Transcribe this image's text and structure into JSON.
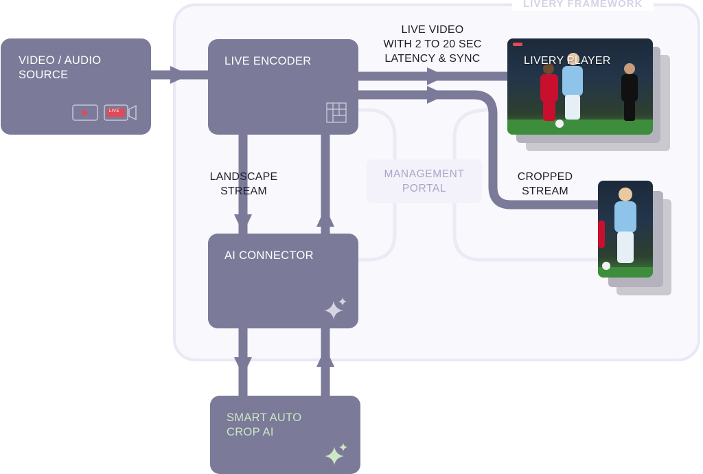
{
  "framework": {
    "title": "LIVERY FRAMEWORK"
  },
  "nodes": {
    "source": {
      "label": "VIDEO / AUDIO\nSOURCE",
      "live_badge": "LIVE"
    },
    "encoder": {
      "label": "LIVE ENCODER"
    },
    "ai_connector": {
      "label": "AI CONNECTOR"
    },
    "smart_crop": {
      "label": "SMART AUTO\nCROP AI"
    },
    "portal": {
      "label": "MANAGEMENT\nPORTAL"
    },
    "player": {
      "label": "LIVERY PLAYER"
    }
  },
  "annotations": {
    "live_video": "LIVE VIDEO\nWITH 2 TO 20 SEC\nLATENCY & SYNC",
    "landscape": "LANDSCAPE\nSTREAM",
    "cropped": "CROPPED\nSTREAM"
  },
  "colors": {
    "box": "#7b7a98",
    "connector": "#7b7a98",
    "framework_border": "#e9e8f5",
    "accent_green": "#cde8c4",
    "live_red": "#e24a55"
  },
  "icons": [
    "play-icon",
    "live-camera-icon",
    "encoder-grid-icon",
    "sparkle-icon",
    "sparkle-icon"
  ]
}
